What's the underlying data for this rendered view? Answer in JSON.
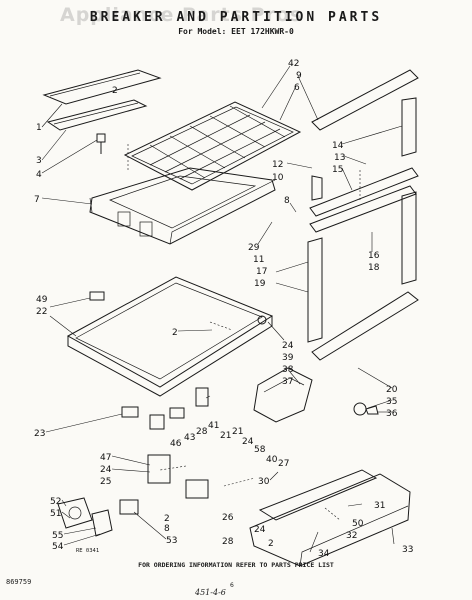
{
  "title": "BREAKER AND PARTITION PARTS",
  "model_line": "For Model: EET 172HKWR-0",
  "watermark": "Appliance Parts Pros",
  "footer": "FOR ORDERING INFORMATION REFER TO PARTS PRICE LIST",
  "code_left": "869759",
  "ref_small": "RE 0341",
  "page_number": "6",
  "handwritten": "451-4-6",
  "callouts": [
    {
      "label": "42"
    },
    {
      "label": "9"
    },
    {
      "label": "6"
    },
    {
      "label": "2"
    },
    {
      "label": "1"
    },
    {
      "label": "3"
    },
    {
      "label": "4"
    },
    {
      "label": "7"
    },
    {
      "label": "14"
    },
    {
      "label": "13"
    },
    {
      "label": "15"
    },
    {
      "label": "12"
    },
    {
      "label": "10"
    },
    {
      "label": "8"
    },
    {
      "label": "29"
    },
    {
      "label": "11"
    },
    {
      "label": "17"
    },
    {
      "label": "19"
    },
    {
      "label": "16"
    },
    {
      "label": "18"
    },
    {
      "label": "49"
    },
    {
      "label": "22"
    },
    {
      "label": "2"
    },
    {
      "label": "24"
    },
    {
      "label": "39"
    },
    {
      "label": "38"
    },
    {
      "label": "37"
    },
    {
      "label": "20"
    },
    {
      "label": "35"
    },
    {
      "label": "36"
    },
    {
      "label": "23"
    },
    {
      "label": "41"
    },
    {
      "label": "28"
    },
    {
      "label": "43"
    },
    {
      "label": "46"
    },
    {
      "label": "21"
    },
    {
      "label": "21"
    },
    {
      "label": "24"
    },
    {
      "label": "58"
    },
    {
      "label": "40"
    },
    {
      "label": "27"
    },
    {
      "label": "47"
    },
    {
      "label": "24"
    },
    {
      "label": "25"
    },
    {
      "label": "30"
    },
    {
      "label": "31"
    },
    {
      "label": "52"
    },
    {
      "label": "51"
    },
    {
      "label": "2"
    },
    {
      "label": "8"
    },
    {
      "label": "26"
    },
    {
      "label": "24"
    },
    {
      "label": "50"
    },
    {
      "label": "32"
    },
    {
      "label": "55"
    },
    {
      "label": "54"
    },
    {
      "label": "53"
    },
    {
      "label": "28"
    },
    {
      "label": "2"
    },
    {
      "label": "34"
    },
    {
      "label": "33"
    }
  ]
}
